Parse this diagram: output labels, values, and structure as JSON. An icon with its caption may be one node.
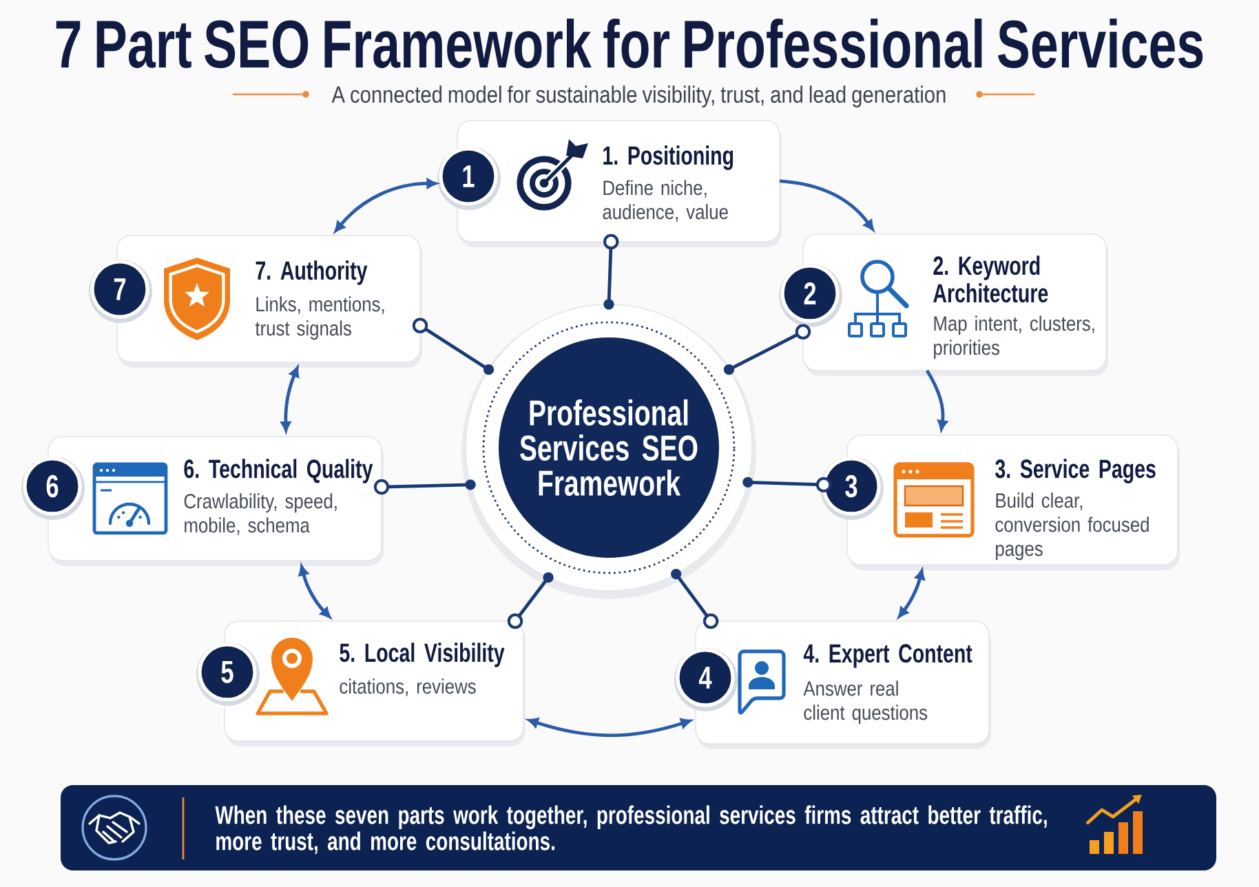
{
  "diagram": {
    "title": "7 Part SEO Framework for Professional Services",
    "nodes": [
      {
        "text": [
          "1"
        ]
      },
      {
        "text": [
          "1. Positioning",
          "Define niche, audience, value"
        ]
      },
      {
        "text": [
          "2"
        ]
      },
      {
        "text": [
          "2. Keyword Architecture",
          "Map intent, clusters, priorities"
        ]
      },
      {
        "text": [
          "3"
        ]
      },
      {
        "text": [
          "3. Service Pages",
          "Build clear, conversion focused pages"
        ]
      },
      {
        "text": [
          "4"
        ]
      },
      {
        "text": [
          "4. Expert Content",
          "Answer real client questions"
        ]
      },
      {
        "text": [
          "5"
        ]
      },
      {
        "text": [
          "5. Local Visibility",
          "citations, reviews"
        ]
      },
      {
        "text": [
          "6"
        ]
      },
      {
        "text": [
          "6. Technical Quality",
          "Crawlability, speed, mobile, schema"
        ]
      },
      {
        "text": [
          "7"
        ]
      },
      {
        "text": [
          "7. Authority",
          "Links, mentions, trust signals"
        ]
      },
      {
        "text": [
          "Professional Services SEO Framework"
        ]
      },
      {
        "text": [
          "When these seven parts work together, professional services firms attract better traffic, more trust, and more consultations."
        ]
      }
    ],
    "edges": [
      {
        "from": 1,
        "to": 3,
        "arrow": "to",
        "color": "#2c5ca8"
      },
      {
        "from": 3,
        "to": 5,
        "arrow": "to",
        "color": "#2c5ca8"
      },
      {
        "from": 5,
        "to": 7,
        "arrow": "both",
        "color": "#2c5ca8"
      },
      {
        "from": 7,
        "to": 9,
        "arrow": "both",
        "color": "#2c5ca8"
      },
      {
        "from": 9,
        "to": 11,
        "arrow": "both",
        "color": "#2c5ca8"
      },
      {
        "from": 11,
        "to": 13,
        "arrow": "both",
        "color": "#2c5ca8"
      },
      {
        "from": 13,
        "to": 0,
        "arrow": "both",
        "color": "#2c5ca8"
      },
      {
        "from": 14,
        "to": 1,
        "arrow": "other"
      },
      {
        "from": 14,
        "to": 3,
        "arrow": "other"
      },
      {
        "from": 14,
        "to": 4,
        "arrow": "other"
      },
      {
        "from": 14,
        "to": 7,
        "arrow": "other"
      },
      {
        "from": 14,
        "to": 9,
        "arrow": "other"
      },
      {
        "from": 14,
        "to": 11,
        "arrow": "other"
      },
      {
        "from": 14,
        "to": 13,
        "arrow": "other"
      }
    ],
    "labels": [
      "A connected model for sustainable visibility, trust, and lead generation"
    ]
  }
}
